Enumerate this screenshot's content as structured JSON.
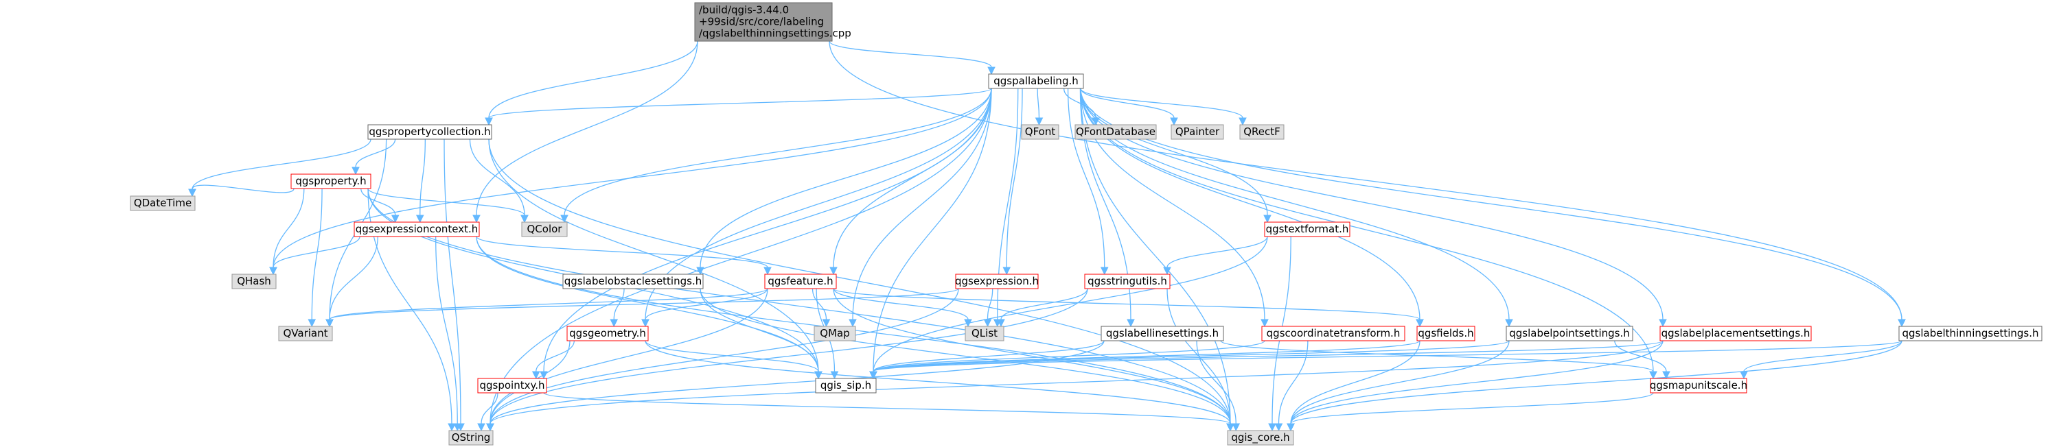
{
  "colors": {
    "edge": "#63b8ff",
    "root_fill": "#999999",
    "root_border": "#666666",
    "normal_fill": "#ffffff",
    "normal_border": "#666666",
    "red_border": "#ff0000",
    "external_fill": "#e0e0e0",
    "external_border": "#999999",
    "text": "#000000"
  },
  "nodes": [
    {
      "id": "root",
      "kind": "root",
      "lines": [
        "/build/qgis-3.44.0",
        "+99sid/src/core/labeling",
        "/qgslabelthinningsettings.cpp"
      ]
    },
    {
      "id": "qgspallabeling",
      "kind": "normal",
      "lines": [
        "qgspallabeling.h"
      ]
    },
    {
      "id": "qgspropertycollection",
      "kind": "normal",
      "lines": [
        "qgspropertycollection.h"
      ]
    },
    {
      "id": "QFont",
      "kind": "external",
      "lines": [
        "QFont"
      ]
    },
    {
      "id": "QFontDatabase",
      "kind": "external",
      "lines": [
        "QFontDatabase"
      ]
    },
    {
      "id": "QPainter",
      "kind": "external",
      "lines": [
        "QPainter"
      ]
    },
    {
      "id": "QRectF",
      "kind": "external",
      "lines": [
        "QRectF"
      ]
    },
    {
      "id": "qgsproperty",
      "kind": "red",
      "lines": [
        "qgsproperty.h"
      ]
    },
    {
      "id": "QDateTime",
      "kind": "external",
      "lines": [
        "QDateTime"
      ]
    },
    {
      "id": "QColor",
      "kind": "external",
      "lines": [
        "QColor"
      ]
    },
    {
      "id": "qgsexpressioncontext",
      "kind": "red",
      "lines": [
        "qgsexpressioncontext.h"
      ]
    },
    {
      "id": "qgstextformat",
      "kind": "red",
      "lines": [
        "qgstextformat.h"
      ]
    },
    {
      "id": "QHash",
      "kind": "external",
      "lines": [
        "QHash"
      ]
    },
    {
      "id": "qgsfeature",
      "kind": "red",
      "lines": [
        "qgsfeature.h"
      ]
    },
    {
      "id": "qgslabelobstaclesettings",
      "kind": "normal",
      "lines": [
        "qgslabelobstaclesettings.h"
      ]
    },
    {
      "id": "qgsexpression",
      "kind": "red",
      "lines": [
        "qgsexpression.h"
      ]
    },
    {
      "id": "qgsstringutils",
      "kind": "red",
      "lines": [
        "qgsstringutils.h"
      ]
    },
    {
      "id": "QVariant",
      "kind": "external",
      "lines": [
        "QVariant"
      ]
    },
    {
      "id": "QMap",
      "kind": "external",
      "lines": [
        "QMap"
      ]
    },
    {
      "id": "QList",
      "kind": "external",
      "lines": [
        "QList"
      ]
    },
    {
      "id": "qgsgeometry",
      "kind": "red",
      "lines": [
        "qgsgeometry.h"
      ]
    },
    {
      "id": "qgslabellinesettings",
      "kind": "normal",
      "lines": [
        "qgslabellinesettings.h"
      ]
    },
    {
      "id": "qgscoordinatetransform",
      "kind": "red",
      "lines": [
        "qgscoordinatetransform.h"
      ]
    },
    {
      "id": "qgsfields",
      "kind": "red",
      "lines": [
        "qgsfields.h"
      ]
    },
    {
      "id": "qgslabelpointsettings",
      "kind": "normal",
      "lines": [
        "qgslabelpointsettings.h"
      ]
    },
    {
      "id": "qgslabelplacementsettings",
      "kind": "red",
      "lines": [
        "qgslabelplacementsettings.h"
      ]
    },
    {
      "id": "qgslabelthinningsettings",
      "kind": "normal",
      "lines": [
        "qgslabelthinningsettings.h"
      ]
    },
    {
      "id": "qgspointxy",
      "kind": "red",
      "lines": [
        "qgspointxy.h"
      ]
    },
    {
      "id": "qgis_sip",
      "kind": "normal",
      "lines": [
        "qgis_sip.h"
      ]
    },
    {
      "id": "qgsmapunitscale",
      "kind": "red",
      "lines": [
        "qgsmapunitscale.h"
      ]
    },
    {
      "id": "QString",
      "kind": "external",
      "lines": [
        "QString"
      ]
    },
    {
      "id": "qgis_core",
      "kind": "external",
      "lines": [
        "qgis_core.h"
      ]
    }
  ],
  "edges": [
    [
      "root",
      "qgspallabeling"
    ],
    [
      "root",
      "qgspropertycollection"
    ],
    [
      "root",
      "qgsexpressioncontext"
    ],
    [
      "root",
      "qgslabelthinningsettings"
    ],
    [
      "qgspallabeling",
      "qgspropertycollection"
    ],
    [
      "qgspallabeling",
      "QFont"
    ],
    [
      "qgspallabeling",
      "QFontDatabase"
    ],
    [
      "qgspallabeling",
      "QPainter"
    ],
    [
      "qgspallabeling",
      "QRectF"
    ],
    [
      "qgspallabeling",
      "QColor"
    ],
    [
      "qgspallabeling",
      "QHash"
    ],
    [
      "qgspallabeling",
      "QString"
    ],
    [
      "qgspallabeling",
      "QMap"
    ],
    [
      "qgspallabeling",
      "QList"
    ],
    [
      "qgspallabeling",
      "qgsfeature"
    ],
    [
      "qgspallabeling",
      "qgslabelobstaclesettings"
    ],
    [
      "qgspallabeling",
      "qgsexpression"
    ],
    [
      "qgspallabeling",
      "qgsstringutils"
    ],
    [
      "qgspallabeling",
      "qgstextformat"
    ],
    [
      "qgspallabeling",
      "qgsgeometry"
    ],
    [
      "qgspallabeling",
      "qgspointxy"
    ],
    [
      "qgspallabeling",
      "qgis_sip"
    ],
    [
      "qgspallabeling",
      "qgslabellinesettings"
    ],
    [
      "qgspallabeling",
      "qgscoordinatetransform"
    ],
    [
      "qgspallabeling",
      "qgsfields"
    ],
    [
      "qgspallabeling",
      "qgslabelpointsettings"
    ],
    [
      "qgspallabeling",
      "qgslabelplacementsettings"
    ],
    [
      "qgspallabeling",
      "qgslabelthinningsettings"
    ],
    [
      "qgspallabeling",
      "qgsmapunitscale"
    ],
    [
      "qgspallabeling",
      "qgis_core"
    ],
    [
      "qgspropertycollection",
      "qgsproperty"
    ],
    [
      "qgspropertycollection",
      "QDateTime"
    ],
    [
      "qgspropertycollection",
      "QColor"
    ],
    [
      "qgspropertycollection",
      "qgsexpressioncontext"
    ],
    [
      "qgspropertycollection",
      "QVariant"
    ],
    [
      "qgspropertycollection",
      "QString"
    ],
    [
      "qgspropertycollection",
      "qgis_sip"
    ],
    [
      "qgspropertycollection",
      "qgis_core"
    ],
    [
      "qgsproperty",
      "QDateTime"
    ],
    [
      "qgsproperty",
      "QColor"
    ],
    [
      "qgsproperty",
      "qgsexpressioncontext"
    ],
    [
      "qgsproperty",
      "QHash"
    ],
    [
      "qgsproperty",
      "QVariant"
    ],
    [
      "qgsproperty",
      "QString"
    ],
    [
      "qgsproperty",
      "qgis_sip"
    ],
    [
      "qgsproperty",
      "qgis_core"
    ],
    [
      "qgsexpressioncontext",
      "QHash"
    ],
    [
      "qgsexpressioncontext",
      "qgsfeature"
    ],
    [
      "qgsexpressioncontext",
      "QVariant"
    ],
    [
      "qgsexpressioncontext",
      "QString"
    ],
    [
      "qgsexpressioncontext",
      "qgis_sip"
    ],
    [
      "qgsexpressioncontext",
      "qgis_core"
    ],
    [
      "qgsfeature",
      "QVariant"
    ],
    [
      "qgsfeature",
      "QMap"
    ],
    [
      "qgsfeature",
      "QList"
    ],
    [
      "qgsfeature",
      "qgsgeometry"
    ],
    [
      "qgsfeature",
      "qgsfields"
    ],
    [
      "qgsfeature",
      "QString"
    ],
    [
      "qgsfeature",
      "qgis_sip"
    ],
    [
      "qgsfeature",
      "qgis_core"
    ],
    [
      "qgslabelobstaclesettings",
      "qgsgeometry"
    ],
    [
      "qgslabelobstaclesettings",
      "qgis_sip"
    ],
    [
      "qgslabelobstaclesettings",
      "qgis_core"
    ],
    [
      "qgsexpression",
      "QList"
    ],
    [
      "qgsexpression",
      "QVariant"
    ],
    [
      "qgsexpression",
      "QString"
    ],
    [
      "qgstextformat",
      "qgsstringutils"
    ],
    [
      "qgstextformat",
      "qgis_sip"
    ],
    [
      "qgstextformat",
      "qgis_core"
    ],
    [
      "qgsstringutils",
      "QList"
    ],
    [
      "qgsstringutils",
      "QString"
    ],
    [
      "qgsstringutils",
      "qgis_core"
    ],
    [
      "qgsgeometry",
      "qgspointxy"
    ],
    [
      "qgsgeometry",
      "qgis_sip"
    ],
    [
      "qgsgeometry",
      "QString"
    ],
    [
      "qgsgeometry",
      "qgis_core"
    ],
    [
      "qgspointxy",
      "QString"
    ],
    [
      "qgspointxy",
      "qgis_core"
    ],
    [
      "qgslabellinesettings",
      "qgis_sip"
    ],
    [
      "qgslabellinesettings",
      "qgsmapunitscale"
    ],
    [
      "qgslabellinesettings",
      "QString"
    ],
    [
      "qgslabellinesettings",
      "qgis_core"
    ],
    [
      "qgscoordinatetransform",
      "qgis_sip"
    ],
    [
      "qgscoordinatetransform",
      "qgis_core"
    ],
    [
      "qgsfields",
      "qgis_sip"
    ],
    [
      "qgsfields",
      "qgis_core"
    ],
    [
      "qgslabelpointsettings",
      "qgis_sip"
    ],
    [
      "qgslabelpointsettings",
      "qgsmapunitscale"
    ],
    [
      "qgslabelpointsettings",
      "qgis_core"
    ],
    [
      "qgslabelplacementsettings",
      "qgis_sip"
    ],
    [
      "qgslabelplacementsettings",
      "qgis_core"
    ],
    [
      "qgslabelplacementsettings",
      "QString"
    ],
    [
      "qgslabelthinningsettings",
      "qgis_sip"
    ],
    [
      "qgslabelthinningsettings",
      "qgsmapunitscale"
    ],
    [
      "qgslabelthinningsettings",
      "qgis_core"
    ],
    [
      "qgsmapunitscale",
      "qgis_core"
    ]
  ]
}
